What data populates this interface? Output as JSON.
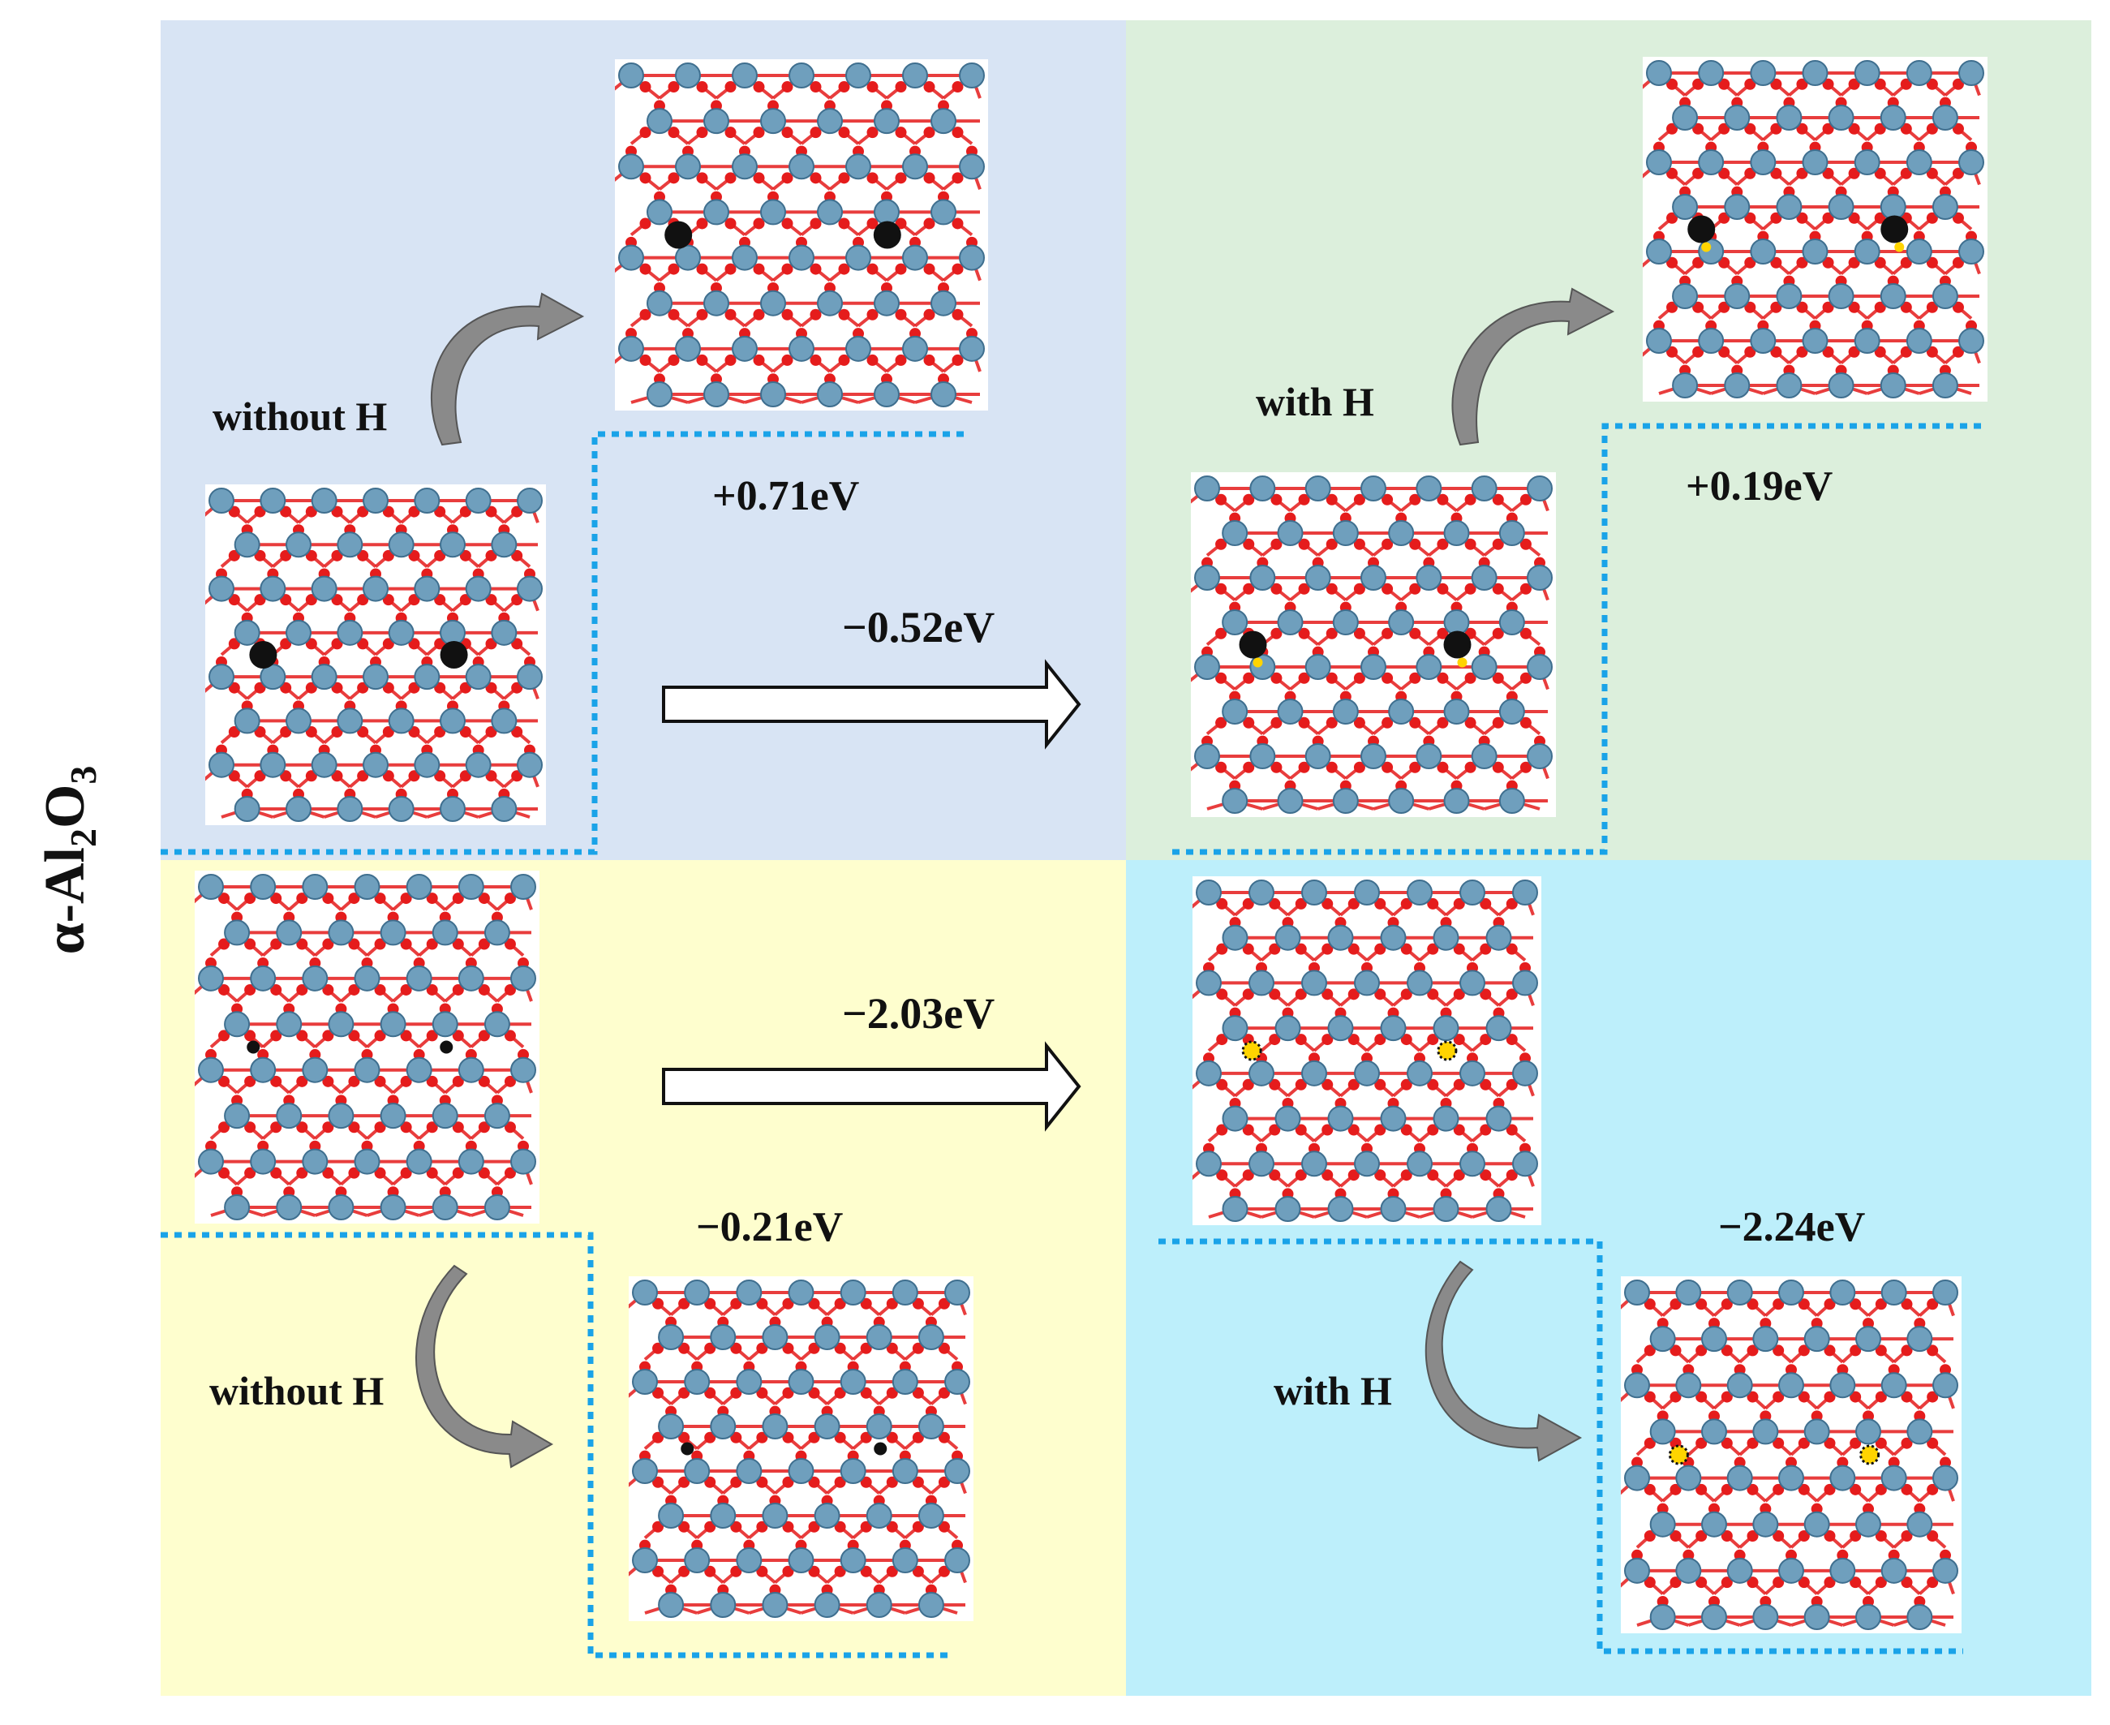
{
  "title": {
    "prefix": "α-Al",
    "sub1": "2",
    "mid": "O",
    "sub2": "3"
  },
  "colors": {
    "panel_top_left": "#d8e4f4",
    "panel_top_right": "#dcefdc",
    "panel_bottom_left": "#fefece",
    "panel_bottom_right": "#bdeffb",
    "oxygen": "#e51c1c",
    "aluminium": "#6f9fbd",
    "dopant": "#111111",
    "hydrogen": "#ffd400",
    "dotted_path": "#1aa3e8",
    "curved_arrow": "#808080"
  },
  "panels": {
    "top_left": {
      "condition": "without H",
      "energy": "+0.71eV"
    },
    "top_right": {
      "condition": "with H",
      "energy": "+0.19eV"
    },
    "bottom_left": {
      "condition": "without H",
      "energy": "−0.21eV"
    },
    "bottom_right": {
      "condition": "with H",
      "energy": "−2.24eV"
    }
  },
  "transitions": {
    "top": "−0.52eV",
    "bottom": "−2.03eV"
  }
}
